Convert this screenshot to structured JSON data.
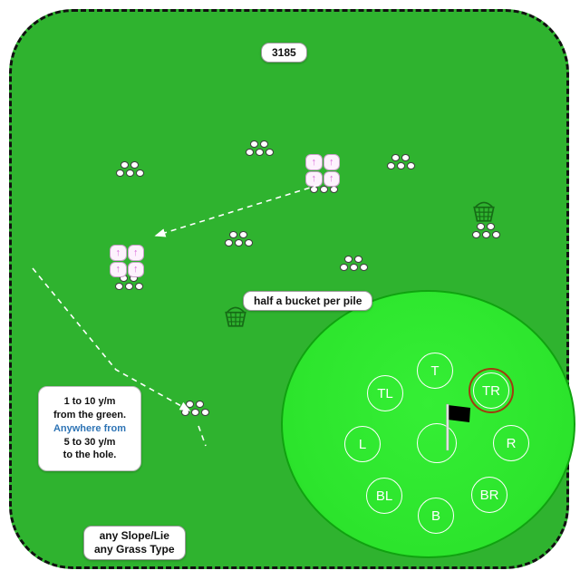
{
  "badge": {
    "number": "3185"
  },
  "notes": {
    "bucket": "half a bucket per pile",
    "distance": {
      "line1": "1 to 10 y/m",
      "line2": "from the green.",
      "line3": "Anywhere from",
      "line4": "5 to 30 y/m",
      "line5": "to the hole."
    },
    "conditions": {
      "line1": "any Slope/Lie",
      "line2": "any Grass Type"
    }
  },
  "green": {
    "positions": [
      {
        "label": "T"
      },
      {
        "label": "TL"
      },
      {
        "label": "TR",
        "selected": true
      },
      {
        "label": "L"
      },
      {
        "label": "R"
      },
      {
        "label": "BL"
      },
      {
        "label": "B"
      },
      {
        "label": "BR"
      }
    ],
    "selected_ring_color": "#a03c10"
  },
  "icons": {
    "pile_arrow": "↑"
  },
  "colors": {
    "field_green": "#2fb32f",
    "green_surface": "#2ce42c",
    "basket": "#166b16",
    "petal_pink": "#d86ad8",
    "blue_text": "#2e74b5"
  }
}
